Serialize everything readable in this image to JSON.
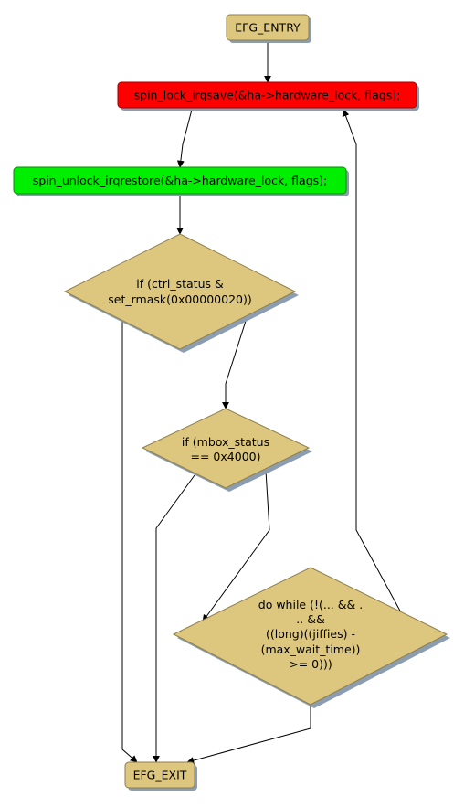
{
  "nodes": {
    "entry": {
      "label": "EFG_ENTRY",
      "fill": "#DDC77F"
    },
    "lock": {
      "label": "spin_lock_irqsave(&ha->hardware_lock, flags);",
      "fill": "#FF0000"
    },
    "unlock": {
      "label": "spin_unlock_irqrestore(&ha->hardware_lock, flags);",
      "fill": "#00EE00"
    },
    "cond_ctrl": {
      "lines": [
        "if (ctrl_status &",
        "set_rmask(0x00000020))"
      ],
      "fill": "#DDC77F"
    },
    "cond_mbox": {
      "lines": [
        "if (mbox_status",
        "== 0x4000)"
      ],
      "fill": "#DDC77F"
    },
    "do_while": {
      "lines": [
        "do while (!(... && .",
        ".. &&",
        "((long)((jiffies) -",
        "(max_wait_time))",
        ">= 0)))"
      ],
      "fill": "#DDC77F"
    },
    "exit": {
      "label": "EFG_EXIT",
      "fill": "#DDC77F"
    }
  },
  "colors": {
    "edge": "#000000",
    "shadow": "#8C9DB0",
    "border": "#8E7E4C"
  }
}
